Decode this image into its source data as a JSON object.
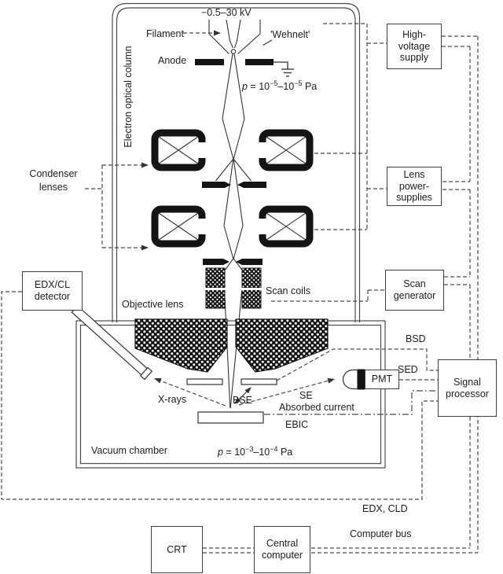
{
  "diagram": {
    "gun": {
      "voltage": "−0.5–30 kV",
      "filament": "Filament",
      "wehnelt": "'Wehnelt'",
      "anode": "Anode"
    },
    "column_label": "Electron optical column",
    "column_pressure": {
      "sym": "p",
      "base": " = 10",
      "exp1": "−5",
      "mid": "–10",
      "exp2": "−5",
      "unit": " Pa"
    },
    "chamber_pressure": {
      "sym": "p",
      "base": " = 10",
      "exp1": "−3",
      "mid": "–10",
      "exp2": "−4",
      "unit": " Pa"
    },
    "condenser": {
      "line1": "Condenser",
      "line2": "lenses"
    },
    "scan_coils": "Scan coils",
    "objective_lens": "Objective lens",
    "vacuum_chamber": "Vacuum chamber",
    "signals": {
      "xrays": "X-rays",
      "bse": "BSE",
      "se": "SE",
      "absorbed": "Absorbed current",
      "ebic": "EBIC",
      "bsd": "BSD",
      "sed": "SED",
      "edx_cld": "EDX, CLD",
      "computer_bus": "Computer bus"
    }
  },
  "boxes": {
    "edx_detector": {
      "line1": "EDX/CL",
      "line2": "detector"
    },
    "high_voltage": {
      "line1": "High-",
      "line2": "voltage",
      "line3": "supply"
    },
    "lens_power": {
      "line1": "Lens",
      "line2": "power-",
      "line3": "supplies"
    },
    "scan_generator": {
      "line1": "Scan",
      "line2": "generator"
    },
    "signal_processor": {
      "line1": "Signal",
      "line2": "processor"
    },
    "pmt": {
      "label": "PMT"
    },
    "crt": {
      "label": "CRT"
    },
    "central_computer": {
      "line1": "Central",
      "line2": "computer"
    }
  },
  "colors": {
    "line": "#333333",
    "dashed": "#4a4a4a",
    "solid_fill": "#141414",
    "background": "#ffffff"
  }
}
